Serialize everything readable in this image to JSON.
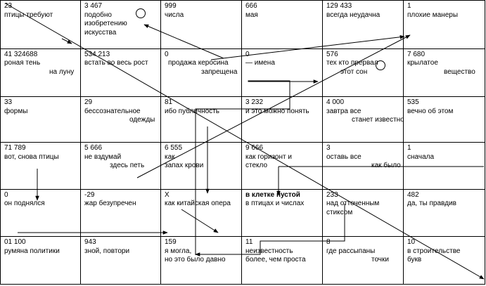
{
  "grid": {
    "rows": [
      [
        {
          "number": "23",
          "lines": [
            "птицы требуют"
          ]
        },
        {
          "number": "3 467",
          "lines": [
            "подобно",
            "изобретению",
            "искусства"
          ]
        },
        {
          "number": "999",
          "lines": [
            "числа"
          ]
        },
        {
          "number": "666",
          "lines": [
            "мая"
          ]
        },
        {
          "number": "129 433",
          "lines": [
            "всегда неудачна"
          ]
        },
        {
          "number": "1",
          "lines": [
            "плохие манеры"
          ]
        }
      ],
      [
        {
          "number": "41 324688",
          "lines": [
            "роная тень",
            "на луну"
          ]
        },
        {
          "number": "534 213",
          "lines": [
            "встать во весь рост"
          ]
        },
        {
          "number": "0",
          "lines": [
            "продажа керосина",
            "запрещена"
          ]
        },
        {
          "number": "0",
          "lines": [
            "— имена"
          ]
        },
        {
          "number": "576",
          "lines": [
            "тех кто прервал",
            "этот сон"
          ]
        },
        {
          "number": "7 680",
          "lines": [
            "крылатое",
            "вещество"
          ]
        }
      ],
      [
        {
          "number": "33",
          "lines": [
            "формы"
          ]
        },
        {
          "number": "29",
          "lines": [
            "бессознательное",
            "одежды"
          ]
        },
        {
          "number": "81",
          "lines": [
            "ибо публичность"
          ]
        },
        {
          "number": "3 232",
          "lines": [
            "и это можно понять"
          ]
        },
        {
          "number": "4 000",
          "lines": [
            "завтра все",
            "станет известно"
          ]
        },
        {
          "number": "535",
          "lines": [
            "вечно об этом"
          ]
        }
      ],
      [
        {
          "number": "71 789",
          "lines": [
            "вот, снова птицы"
          ]
        },
        {
          "number": "5 666",
          "lines": [
            "не вздумай",
            "здесь петь"
          ]
        },
        {
          "number": "6 555",
          "lines": [
            "как",
            "запах крови"
          ]
        },
        {
          "number": "9 666",
          "lines": [
            "как горизонт и",
            "стекло"
          ]
        },
        {
          "number": "3",
          "lines": [
            "оставь все",
            "как было"
          ]
        },
        {
          "number": "1",
          "lines": [
            "сначала"
          ]
        }
      ],
      [
        {
          "number": "0",
          "lines": [
            "он поднялся"
          ]
        },
        {
          "number": "-29",
          "lines": [
            "жар безупречен"
          ]
        },
        {
          "number": "X",
          "lines": [
            "как китайская опера"
          ]
        },
        {
          "number": "в клетке пустой",
          "lines": [
            "в птицах и числах"
          ]
        },
        {
          "number": "233",
          "lines": [
            "над отточенным",
            "стиксом"
          ]
        },
        {
          "number": "482",
          "lines": [
            "да, ты правдив"
          ]
        }
      ],
      [
        {
          "number": "01 100",
          "lines": [
            "румяна политики"
          ]
        },
        {
          "number": "943",
          "lines": [
            "зной, повтори"
          ]
        },
        {
          "number": "159",
          "lines": [
            "я могла,",
            "но это было давно"
          ]
        },
        {
          "number": "11",
          "lines": [
            "неизвестность",
            "более, чем проста"
          ]
        },
        {
          "number": "8",
          "lines": [
            "где рассыпаны",
            "точки"
          ]
        },
        {
          "number": "10",
          "lines": [
            "в строительстве",
            "букв"
          ]
        }
      ]
    ]
  }
}
